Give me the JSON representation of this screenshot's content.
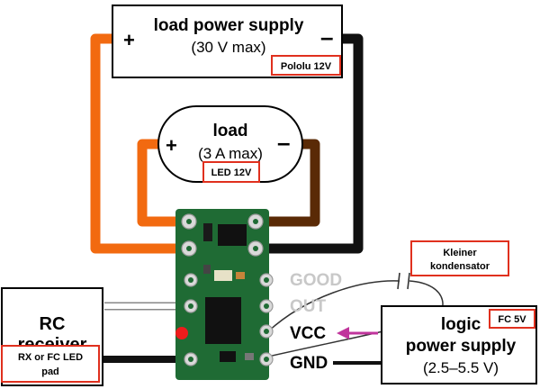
{
  "load_power_supply": {
    "plus": "+",
    "title": "load power supply",
    "subtitle": "(30 V max)",
    "minus": "–",
    "note": "Pololu 12V"
  },
  "load": {
    "plus": "+",
    "title": "load",
    "subtitle": "(3 A max)",
    "minus": "–",
    "note": "LED 12V"
  },
  "capacitor_note": {
    "line1": "Kleiner",
    "line2": "kondensator"
  },
  "pins": {
    "good": "GOOD",
    "out": "OUT",
    "vcc": "VCC",
    "gnd": "GND"
  },
  "rc_receiver": {
    "line1": "RC",
    "line2": "receiver",
    "note_line1": "RX or FC LED",
    "note_line2": "pad"
  },
  "logic_power_supply": {
    "line1": "logic",
    "line2": "power supply",
    "line3": "(2.5–5.5 V)",
    "note": "FC 5V"
  },
  "colors": {
    "orange": "#f26a10",
    "brown": "#5a2a06",
    "black": "#111111",
    "board_green": "#1f6b34",
    "note_red": "#e0301e",
    "arrow_magenta": "#c0359c"
  }
}
